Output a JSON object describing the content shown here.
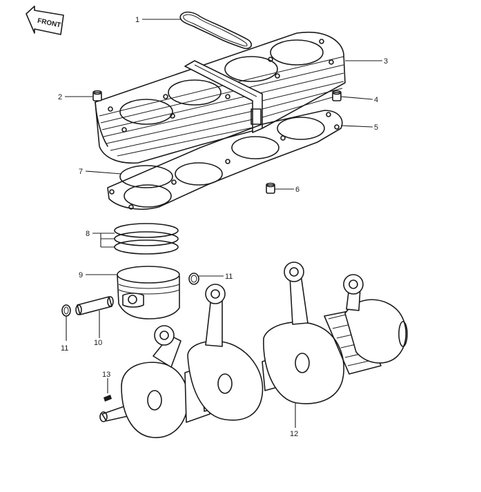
{
  "front_label": "FRONT",
  "callouts": [
    {
      "id": "1",
      "part": "head-cover-gasket"
    },
    {
      "id": "2",
      "part": "dowel-pin-left"
    },
    {
      "id": "3",
      "part": "cylinder-block"
    },
    {
      "id": "4",
      "part": "dowel-pin-right"
    },
    {
      "id": "5",
      "part": "cylinder-base-gasket"
    },
    {
      "id": "6",
      "part": "dowel-pin-lower"
    },
    {
      "id": "7",
      "part": "o-ring"
    },
    {
      "id": "8",
      "part": "piston-ring-set"
    },
    {
      "id": "9",
      "part": "piston"
    },
    {
      "id": "10",
      "part": "piston-pin"
    },
    {
      "id": "11",
      "part": "piston-pin-clip"
    },
    {
      "id": "11",
      "part": "piston-pin-clip"
    },
    {
      "id": "12",
      "part": "crankshaft"
    },
    {
      "id": "13",
      "part": "woodruff-key"
    }
  ]
}
